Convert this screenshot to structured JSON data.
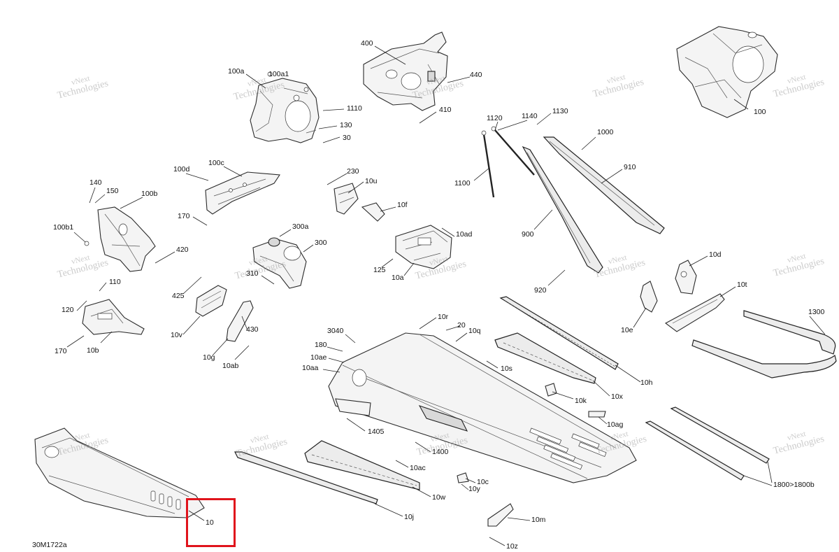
{
  "document_code": "30M1722a",
  "callouts": [
    {
      "id": "c-400",
      "text": "400"
    },
    {
      "id": "c-440",
      "text": "440"
    },
    {
      "id": "c-410",
      "text": "410"
    },
    {
      "id": "c-100a",
      "text": "100a"
    },
    {
      "id": "c-100a1",
      "text": "100a1"
    },
    {
      "id": "c-1110",
      "text": "1110"
    },
    {
      "id": "c-130",
      "text": "130"
    },
    {
      "id": "c-30",
      "text": "30"
    },
    {
      "id": "c-1120",
      "text": "1120"
    },
    {
      "id": "c-1140",
      "text": "1140"
    },
    {
      "id": "c-1130",
      "text": "1130"
    },
    {
      "id": "c-1000",
      "text": "1000"
    },
    {
      "id": "c-910",
      "text": "910"
    },
    {
      "id": "c-1100",
      "text": "1100"
    },
    {
      "id": "c-900",
      "text": "900"
    },
    {
      "id": "c-920",
      "text": "920"
    },
    {
      "id": "c-100",
      "text": "100"
    },
    {
      "id": "c-100d",
      "text": "100d"
    },
    {
      "id": "c-100c",
      "text": "100c"
    },
    {
      "id": "c-170a",
      "text": "170"
    },
    {
      "id": "c-230",
      "text": "230"
    },
    {
      "id": "c-10u",
      "text": "10u"
    },
    {
      "id": "c-10f",
      "text": "10f"
    },
    {
      "id": "c-140",
      "text": "140"
    },
    {
      "id": "c-150",
      "text": "150"
    },
    {
      "id": "c-100b",
      "text": "100b"
    },
    {
      "id": "c-100b1",
      "text": "100b1"
    },
    {
      "id": "c-420",
      "text": "420"
    },
    {
      "id": "c-300a",
      "text": "300a"
    },
    {
      "id": "c-300",
      "text": "300"
    },
    {
      "id": "c-310",
      "text": "310"
    },
    {
      "id": "c-10ad",
      "text": "10ad"
    },
    {
      "id": "c-125",
      "text": "125"
    },
    {
      "id": "c-10a",
      "text": "10a"
    },
    {
      "id": "c-10d",
      "text": "10d"
    },
    {
      "id": "c-10t",
      "text": "10t"
    },
    {
      "id": "c-10e",
      "text": "10e"
    },
    {
      "id": "c-1300",
      "text": "1300"
    },
    {
      "id": "c-110",
      "text": "110"
    },
    {
      "id": "c-120",
      "text": "120"
    },
    {
      "id": "c-170b",
      "text": "170"
    },
    {
      "id": "c-10b",
      "text": "10b"
    },
    {
      "id": "c-425",
      "text": "425"
    },
    {
      "id": "c-10v",
      "text": "10v"
    },
    {
      "id": "c-430",
      "text": "430"
    },
    {
      "id": "c-10g",
      "text": "10g"
    },
    {
      "id": "c-10ab",
      "text": "10ab"
    },
    {
      "id": "c-10r",
      "text": "10r"
    },
    {
      "id": "c-20",
      "text": "20"
    },
    {
      "id": "c-10q",
      "text": "10q"
    },
    {
      "id": "c-3040",
      "text": "3040"
    },
    {
      "id": "c-180",
      "text": "180"
    },
    {
      "id": "c-10ae",
      "text": "10ae"
    },
    {
      "id": "c-10aa",
      "text": "10aa"
    },
    {
      "id": "c-10s",
      "text": "10s"
    },
    {
      "id": "c-10h",
      "text": "10h"
    },
    {
      "id": "c-10k",
      "text": "10k"
    },
    {
      "id": "c-10x",
      "text": "10x"
    },
    {
      "id": "c-10ag",
      "text": "10ag"
    },
    {
      "id": "c-1405",
      "text": "1405"
    },
    {
      "id": "c-1400",
      "text": "1400"
    },
    {
      "id": "c-10ac",
      "text": "10ac"
    },
    {
      "id": "c-10w",
      "text": "10w"
    },
    {
      "id": "c-10c",
      "text": "10c"
    },
    {
      "id": "c-10y",
      "text": "10y"
    },
    {
      "id": "c-10j",
      "text": "10j"
    },
    {
      "id": "c-10m",
      "text": "10m"
    },
    {
      "id": "c-10z",
      "text": "10z"
    },
    {
      "id": "c-1800",
      "text": "1800>1800b"
    },
    {
      "id": "c-10",
      "text": "10"
    }
  ],
  "watermark": {
    "line1": "vNext",
    "line2": "Technologies"
  },
  "highlight": {
    "target_callout": "10",
    "color": "#e0141c"
  }
}
